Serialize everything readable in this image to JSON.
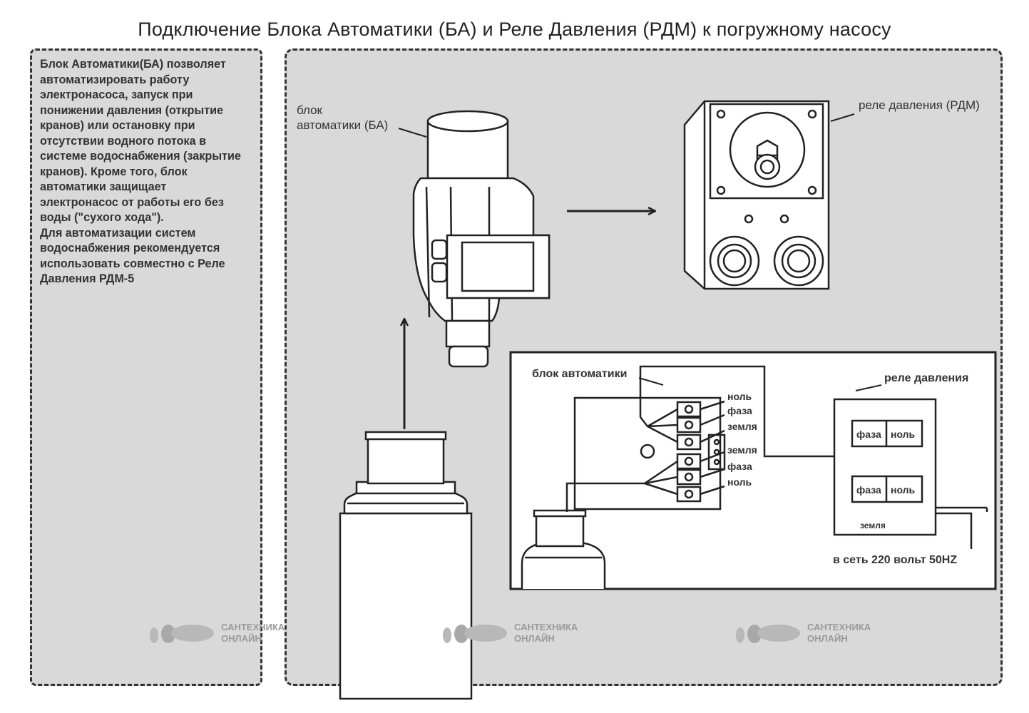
{
  "title": "Подключение Блока Автоматики (БА) и Реле Давления (РДМ) к погружному насосу",
  "description": "Блок Автоматики(БА)  позволяет\nавтоматизировать работу\nэлектронасоса, запуск при\nпонижении давления (открытие\nкранов) или остановку при\nотсутствии водного потока в\nсистеме водоснабжения (закрытие\nкранов). Кроме того, блок\nавтоматики  защищает\nэлектронасос от работы его без\nводы (\"сухого хода\").\nДля автоматизации систем\nводоснабжения рекомендуется\nиспользовать совместно с Реле\nДавления РДМ-5",
  "labels": {
    "ba_line1": "блок",
    "ba_line2": "автоматики (БА)",
    "rdm": "реле давления (РДМ)",
    "wiring_ba": "блок автоматики",
    "wiring_rdm": "реле давления",
    "terminals": [
      "ноль",
      "фаза",
      "земля",
      "земля",
      "фаза",
      "ноль"
    ],
    "rdm_top_left": "фаза",
    "rdm_top_right": "ноль",
    "rdm_bottom_left": "фаза",
    "rdm_bottom_right": "ноль",
    "rdm_ground": "земля",
    "mains": "в сеть 220 вольт 50HZ"
  },
  "watermark": {
    "line1": "САНТЕХНИКА",
    "line2": "ОНЛАЙН"
  }
}
